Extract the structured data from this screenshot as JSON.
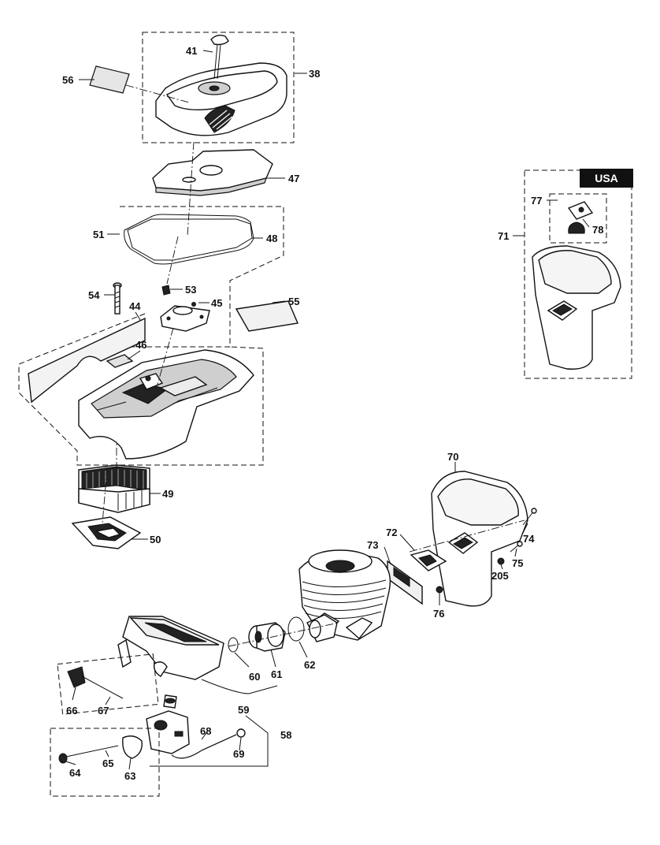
{
  "region_tag": "USA",
  "labels": {
    "p38": "38",
    "p41": "41",
    "p56": "56",
    "p47": "47",
    "p51": "51",
    "p48": "48",
    "p54": "54",
    "p53": "53",
    "p45": "45",
    "p44": "44",
    "p55": "55",
    "p46": "46",
    "p49": "49",
    "p50": "50",
    "p70": "70",
    "p71": "71",
    "p77": "77",
    "p78": "78",
    "p72": "72",
    "p73": "73",
    "p74": "74",
    "p75": "75",
    "p205": "205",
    "p76": "76",
    "p60": "60",
    "p61": "61",
    "p62": "62",
    "p59": "59",
    "p58": "58",
    "p66": "66",
    "p67": "67",
    "p68": "68",
    "p69": "69",
    "p64": "64",
    "p65": "65",
    "p63": "63"
  }
}
